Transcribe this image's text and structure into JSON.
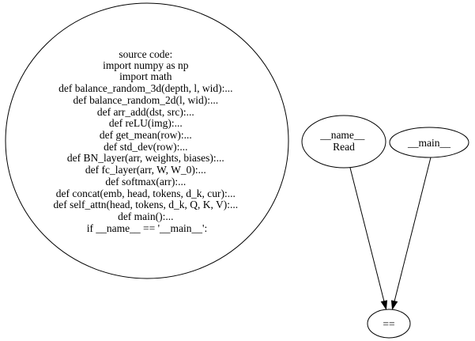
{
  "graph": {
    "nodes": {
      "source": {
        "lines": [
          "source code:",
          "import numpy as np",
          "import math",
          "def balance_random_3d(depth, l, wid):...",
          "def balance_random_2d(l, wid):...",
          "def arr_add(dst, src):...",
          "def reLU(img):...",
          "def get_mean(row):...",
          "def std_dev(row):...",
          "def BN_layer(arr, weights, biases):...",
          "def fc_layer(arr, W, W_0):...",
          "def softmax(arr):...",
          "def concat(emb, head, tokens, d_k, cur):...",
          "def self_attn(head, tokens, d_k, Q, K, V):...",
          "def main():...",
          "if __name__ == '__main__':"
        ]
      },
      "name_read": {
        "lines": [
          "__name__",
          "Read"
        ]
      },
      "main_str": {
        "lines": [
          "__main__"
        ]
      },
      "eq": {
        "lines": [
          "=="
        ]
      }
    }
  }
}
